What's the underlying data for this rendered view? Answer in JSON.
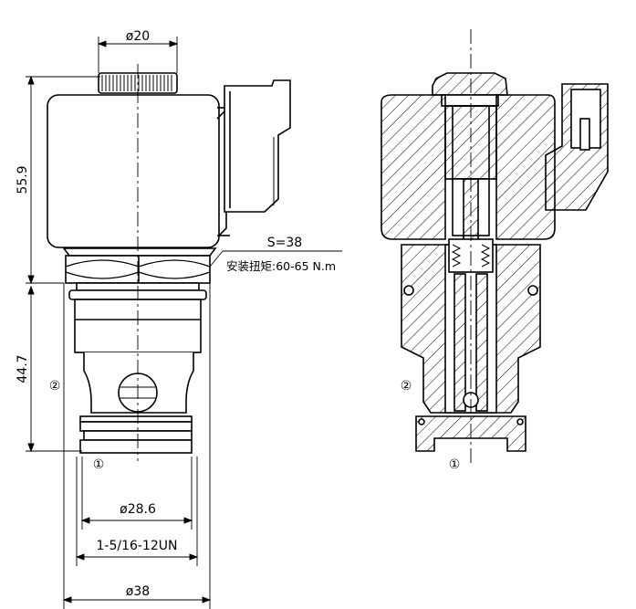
{
  "dimensions": {
    "top_diameter": "ø20",
    "height_upper": "55.9",
    "height_lower": "44.7",
    "hex_size": "S=38",
    "torque": "安装扭矩:60-65 N.m",
    "diameter_body": "ø28.6",
    "thread": "1-5/16-12UN",
    "diameter_outer": "ø38"
  },
  "ports": {
    "port1": "①",
    "port2": "②"
  }
}
